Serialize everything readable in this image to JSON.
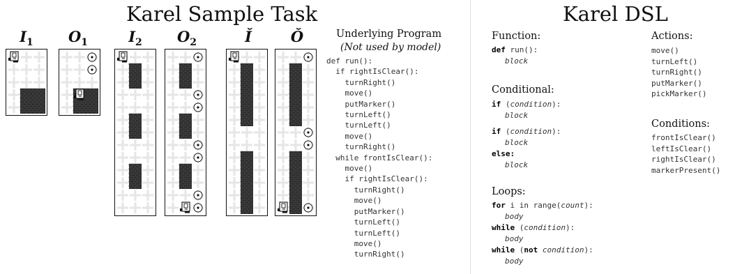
{
  "left_title": "Karel Sample Task",
  "right_title": "Karel DSL",
  "grids": [
    {
      "label_main": "I",
      "label_sub": "1",
      "cols": 3,
      "rows": 5,
      "walls": [
        [
          1,
          3
        ],
        [
          1,
          4
        ],
        [
          2,
          3
        ],
        [
          2,
          4
        ]
      ],
      "markers": [],
      "robot": [
        0,
        0
      ]
    },
    {
      "label_main": "O",
      "label_sub": "1",
      "cols": 3,
      "rows": 5,
      "walls": [
        [
          1,
          3
        ],
        [
          1,
          4
        ],
        [
          2,
          3
        ],
        [
          2,
          4
        ]
      ],
      "markers": [
        [
          2,
          0
        ],
        [
          2,
          1
        ],
        [
          1,
          3
        ]
      ],
      "robot": [
        1,
        3
      ]
    },
    {
      "label_main": "I",
      "label_sub": "2",
      "cols": 3,
      "rows": 13,
      "walls": [
        [
          1,
          1
        ],
        [
          1,
          2
        ],
        [
          1,
          5
        ],
        [
          1,
          6
        ],
        [
          1,
          9
        ],
        [
          1,
          10
        ]
      ],
      "markers": [],
      "robot": [
        0,
        0
      ]
    },
    {
      "label_main": "O",
      "label_sub": "2",
      "cols": 3,
      "rows": 13,
      "walls": [
        [
          1,
          1
        ],
        [
          1,
          2
        ],
        [
          1,
          5
        ],
        [
          1,
          6
        ],
        [
          1,
          9
        ],
        [
          1,
          10
        ]
      ],
      "markers": [
        [
          2,
          0
        ],
        [
          2,
          3
        ],
        [
          2,
          4
        ],
        [
          2,
          7
        ],
        [
          2,
          8
        ],
        [
          2,
          11
        ],
        [
          2,
          12
        ]
      ],
      "robot": [
        1,
        12
      ]
    },
    {
      "label_main": "Ĭ",
      "label_sub": "",
      "cols": 3,
      "rows": 13,
      "walls": [
        [
          1,
          1
        ],
        [
          1,
          2
        ],
        [
          1,
          3
        ],
        [
          1,
          4
        ],
        [
          1,
          5
        ],
        [
          1,
          8
        ],
        [
          1,
          9
        ],
        [
          1,
          10
        ],
        [
          1,
          11
        ],
        [
          1,
          12
        ]
      ],
      "markers": [],
      "robot": [
        0,
        0
      ]
    },
    {
      "label_main": "Ŏ",
      "label_sub": "",
      "cols": 3,
      "rows": 13,
      "walls": [
        [
          1,
          1
        ],
        [
          1,
          2
        ],
        [
          1,
          3
        ],
        [
          1,
          4
        ],
        [
          1,
          5
        ],
        [
          1,
          8
        ],
        [
          1,
          9
        ],
        [
          1,
          10
        ],
        [
          1,
          11
        ],
        [
          1,
          12
        ]
      ],
      "markers": [
        [
          2,
          0
        ],
        [
          2,
          6
        ],
        [
          2,
          7
        ],
        [
          2,
          12
        ]
      ],
      "robot": [
        0,
        12
      ]
    }
  ],
  "program": {
    "title": "Underlying Program",
    "subtitle": "(Not used by model)",
    "lines": [
      "def run():",
      "  if rightIsClear():",
      "    turnRight()",
      "    move()",
      "    putMarker()",
      "    turnLeft()",
      "    turnLeft()",
      "    move()",
      "    turnRight()",
      "  while frontIsClear():",
      "    move()",
      "    if rightIsClear():",
      "      turnRight()",
      "      move()",
      "      putMarker()",
      "      turnLeft()",
      "      turnLeft()",
      "      move()",
      "      turnRight()"
    ]
  },
  "dsl": {
    "function": {
      "heading": "Function:",
      "kw": "def",
      "rest": " run():",
      "body": "block"
    },
    "conditional": {
      "heading": "Conditional:",
      "if_kw": "if",
      "if_open": " (",
      "cond": "condition",
      "if_close": "):",
      "block": "block",
      "else_kw": "else:"
    },
    "loops": {
      "heading": "Loops:",
      "for_kw": "for",
      "for_mid": " i in range(",
      "count": "count",
      "for_end": "):",
      "body": "body",
      "while_kw": "while",
      "while_open": " (",
      "cond": "condition",
      "while_close": "):",
      "not_kw": "not"
    },
    "actions": {
      "heading": "Actions:",
      "items": [
        "move()",
        "turnLeft()",
        "turnRight()",
        "putMarker()",
        "pickMarker()"
      ]
    },
    "conditions": {
      "heading": "Conditions:",
      "items": [
        "frontIsClear()",
        "leftIsClear()",
        "rightIsClear()",
        "markerPresent()"
      ]
    }
  }
}
